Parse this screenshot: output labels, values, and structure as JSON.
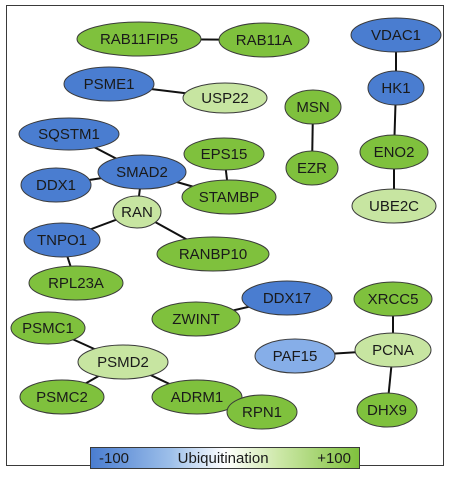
{
  "colors": {
    "dark_green": "#7fc13d",
    "light_green": "#c7e5a1",
    "dark_blue": "#4a7dd0",
    "light_blue": "#86aee8",
    "edge": "#111111"
  },
  "legend": {
    "min_label": "-100",
    "title": "Ubiquitination",
    "max_label": "+100"
  },
  "nodes": [
    {
      "id": "RAB11FIP5",
      "color": "dark_green"
    },
    {
      "id": "RAB11A",
      "color": "dark_green"
    },
    {
      "id": "VDAC1",
      "color": "dark_blue"
    },
    {
      "id": "PSME1",
      "color": "dark_blue"
    },
    {
      "id": "USP22",
      "color": "light_green"
    },
    {
      "id": "HK1",
      "color": "dark_blue"
    },
    {
      "id": "MSN",
      "color": "dark_green"
    },
    {
      "id": "SQSTM1",
      "color": "dark_blue"
    },
    {
      "id": "EPS15",
      "color": "dark_green"
    },
    {
      "id": "ENO2",
      "color": "dark_green"
    },
    {
      "id": "SMAD2",
      "color": "dark_blue"
    },
    {
      "id": "EZR",
      "color": "dark_green"
    },
    {
      "id": "DDX1",
      "color": "dark_blue"
    },
    {
      "id": "STAMBP",
      "color": "dark_green"
    },
    {
      "id": "UBE2C",
      "color": "light_green"
    },
    {
      "id": "RAN",
      "color": "light_green"
    },
    {
      "id": "TNPO1",
      "color": "dark_blue"
    },
    {
      "id": "RANBP10",
      "color": "dark_green"
    },
    {
      "id": "RPL23A",
      "color": "dark_green"
    },
    {
      "id": "DDX17",
      "color": "dark_blue"
    },
    {
      "id": "XRCC5",
      "color": "dark_green"
    },
    {
      "id": "ZWINT",
      "color": "dark_green"
    },
    {
      "id": "PSMC1",
      "color": "dark_green"
    },
    {
      "id": "PAF15",
      "color": "light_blue"
    },
    {
      "id": "PCNA",
      "color": "light_green"
    },
    {
      "id": "PSMD2",
      "color": "light_green"
    },
    {
      "id": "PSMC2",
      "color": "dark_green"
    },
    {
      "id": "ADRM1",
      "color": "dark_green"
    },
    {
      "id": "RPN1",
      "color": "dark_green"
    },
    {
      "id": "DHX9",
      "color": "dark_green"
    }
  ],
  "edges": [
    [
      "RAB11FIP5",
      "RAB11A"
    ],
    [
      "PSME1",
      "USP22"
    ],
    [
      "VDAC1",
      "HK1"
    ],
    [
      "HK1",
      "ENO2"
    ],
    [
      "ENO2",
      "UBE2C"
    ],
    [
      "MSN",
      "EZR"
    ],
    [
      "SQSTM1",
      "SMAD2"
    ],
    [
      "DDX1",
      "SMAD2"
    ],
    [
      "SMAD2",
      "RAN"
    ],
    [
      "SMAD2",
      "STAMBP"
    ],
    [
      "EPS15",
      "STAMBP"
    ],
    [
      "RAN",
      "TNPO1"
    ],
    [
      "RAN",
      "RANBP10"
    ],
    [
      "TNPO1",
      "RPL23A"
    ],
    [
      "ZWINT",
      "DDX17"
    ],
    [
      "XRCC5",
      "PCNA"
    ],
    [
      "PAF15",
      "PCNA"
    ],
    [
      "PCNA",
      "DHX9"
    ],
    [
      "PSMC1",
      "PSMD2"
    ],
    [
      "PSMD2",
      "PSMC2"
    ],
    [
      "PSMD2",
      "ADRM1"
    ],
    [
      "ADRM1",
      "RPN1"
    ]
  ]
}
